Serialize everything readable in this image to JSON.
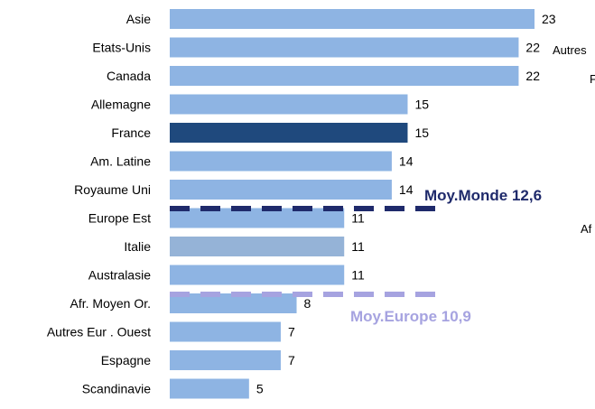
{
  "chart_data": {
    "type": "bar",
    "orientation": "horizontal",
    "categories": [
      "Asie",
      "Etats-Unis",
      "Canada",
      "Allemagne",
      "France",
      "Am. Latine",
      "Royaume Uni",
      "Europe Est",
      "Italie",
      "Australasie",
      "Afr. Moyen Or.",
      "Autres Eur . Ouest",
      "Espagne",
      "Scandinavie"
    ],
    "values": [
      23,
      22,
      22,
      15,
      15,
      14,
      14,
      11,
      11,
      11,
      8,
      7,
      7,
      5
    ],
    "value_labels": [
      "23",
      "22",
      "22",
      "15",
      "15",
      "14",
      "14",
      "11",
      "11",
      "11",
      "8",
      "7",
      "7",
      "5"
    ],
    "bar_colors": [
      "#8eb4e3",
      "#8eb4e3",
      "#8eb4e3",
      "#8eb4e3",
      "#1f497d",
      "#8eb4e3",
      "#8eb4e3",
      "#8eb4e3",
      "#95b3d7",
      "#8eb4e3",
      "#8eb4e3",
      "#8eb4e3",
      "#8eb4e3",
      "#8eb4e3"
    ],
    "reference_lines": [
      {
        "label": "Moy.Monde 12,6",
        "value": 12.6,
        "color": "#1f2a6b"
      },
      {
        "label": "Moy.Europe 10,9",
        "value": 10.9,
        "color": "#a6a3e0"
      }
    ],
    "clipped_text": [
      "Autres",
      "F",
      "Af"
    ],
    "xlim": [
      0,
      23
    ],
    "grid": false,
    "legend": "none"
  }
}
